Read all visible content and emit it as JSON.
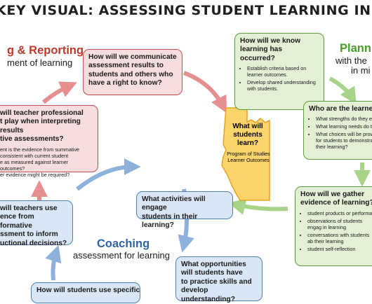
{
  "banner": {
    "title": "KEY VISUAL: ASSESSING STUDENT LEARNING IN THE CLASSRO"
  },
  "sections": {
    "reporting": {
      "title": "g & Reporting",
      "subtitle": "ment of learning"
    },
    "planning": {
      "title": "Plannin",
      "subtitle_1": "with the",
      "subtitle_2": "in mi"
    },
    "coaching": {
      "title": "Coaching",
      "subtitle": "assessment for learning"
    }
  },
  "center": {
    "question_lines": [
      "What will",
      "students",
      "learn?"
    ],
    "sub_lines": [
      "Program of Studies",
      "Learner Outcomes"
    ]
  },
  "boxes": {
    "communicate": {
      "question_lines": [
        "How will we communicate",
        "assessment results to",
        "students and others who",
        "have a right to know?"
      ]
    },
    "judgement": {
      "question_lines": [
        " will teacher professional",
        "t play when interpreting results",
        "tive assessments?"
      ],
      "bullets": [
        "ent is the evidence from summative",
        "consistent with current student",
        "e as measured against learner outcomes?",
        "er evidence might be required?"
      ]
    },
    "known": {
      "question_lines": [
        "How will we know",
        "learning has occurred?"
      ],
      "bullets": [
        "Establish criteria based on learner outcomes.",
        "Develop shared understanding with students."
      ]
    },
    "learners": {
      "question": "Who are the learner",
      "bullets": [
        "What strengths do they ex",
        "What learning needs do th",
        "What choices will be provi for students to demonstrat their learning?"
      ]
    },
    "evidence": {
      "question_lines": [
        "How will we gather",
        "evidence of learning?"
      ],
      "bullets": [
        "student products or performan",
        "observations of students engag in learning",
        "conversations with students ab their learning",
        "student self-reflection"
      ]
    },
    "engage": {
      "question_lines": [
        "What activities will engage",
        "students in their learning?"
      ]
    },
    "formative": {
      "question_lines": [
        " will teachers use",
        "ence from formative",
        "ssment to inform",
        "uctional decisions?"
      ]
    },
    "practice": {
      "question_lines": [
        "What opportunities",
        "will students have",
        "to practice skills and",
        "develop understanding?"
      ]
    },
    "bottom": {
      "question": "How will students use specific"
    }
  },
  "colors": {
    "red_fill": "#f6dede",
    "red_stroke": "#c44a4f",
    "red_arrow": "#e58f90",
    "green_fill": "#e4f0d5",
    "green_stroke": "#5d9c3b",
    "green_arrow": "#a8d48a",
    "green_title": "#4a9a2a",
    "blue_fill": "#d9e6f5",
    "blue_stroke": "#4f7fb8",
    "blue_arrow": "#8eb1dc",
    "blue_title": "#2f63a8",
    "alberta_fill": "#fbd46b",
    "alberta_stroke": "#e6a321"
  }
}
